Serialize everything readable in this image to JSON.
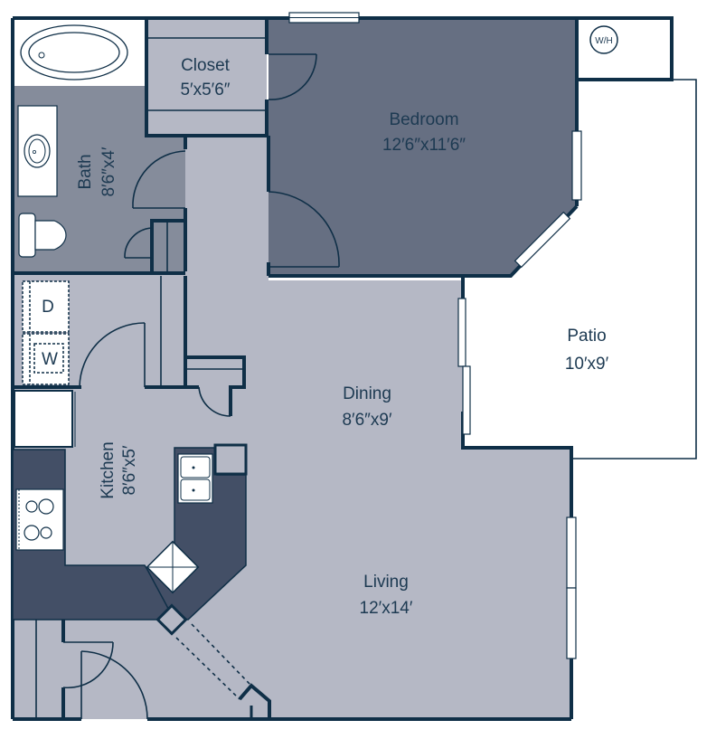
{
  "plan": {
    "type": "apartment-floor-plan",
    "rooms": [
      {
        "id": "closet",
        "name": "Closet",
        "size": "5′x5′6″"
      },
      {
        "id": "bath",
        "name": "Bath",
        "size": "8′6″x4′"
      },
      {
        "id": "bedroom",
        "name": "Bedroom",
        "size": "12′6″x11′6″"
      },
      {
        "id": "patio",
        "name": "Patio",
        "size": "10′x9′"
      },
      {
        "id": "dining",
        "name": "Dining",
        "size": "8′6″x9′"
      },
      {
        "id": "kitchen",
        "name": "Kitchen",
        "size": "8′6″x5′"
      },
      {
        "id": "living",
        "name": "Living",
        "size": "12′x14′"
      }
    ],
    "fixtures": {
      "water_heater": "W/H",
      "dryer": "D",
      "washer": "W"
    },
    "colors": {
      "wall": "#0f2f47",
      "bedroom_fill": "#666f82",
      "bath_fill": "#858c9b",
      "common_fill": "#b5b8c5",
      "counter_fill": "#434f66",
      "exterior": "#ffffff"
    }
  }
}
